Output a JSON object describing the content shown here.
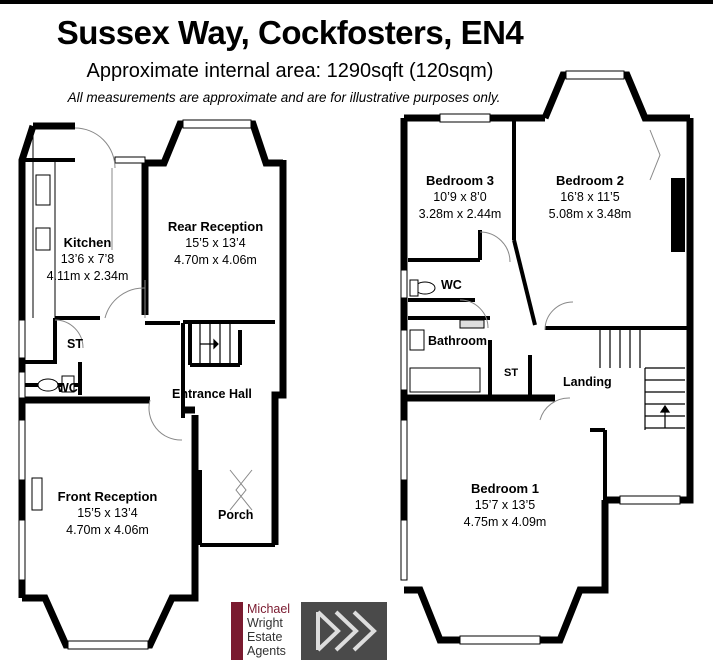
{
  "header": {
    "title": "Sussex Way, Cockfosters, EN4",
    "subtitle": "Approximate internal area: 1290sqft (120sqm)",
    "disclaimer": "All measurements are approximate and are for illustrative purposes only."
  },
  "ground_floor": {
    "kitchen": {
      "name": "Kitchen",
      "imperial": "13’6 x 7’8",
      "metric": "4.11m x 2.34m"
    },
    "rear_reception": {
      "name": "Rear Reception",
      "imperial": "15’5 x 13’4",
      "metric": "4.70m x 4.06m"
    },
    "front_reception": {
      "name": "Front Reception",
      "imperial": "15’5 x 13’4",
      "metric": "4.70m x 4.06m"
    },
    "entrance_hall": "Entrance Hall",
    "porch": "Porch",
    "store": "ST",
    "wc": "WC"
  },
  "first_floor": {
    "bedroom3": {
      "name": "Bedroom 3",
      "imperial": "10’9 x 8’0",
      "metric": "3.28m x 2.44m"
    },
    "bedroom2": {
      "name": "Bedroom 2",
      "imperial": "16’8 x 11’5",
      "metric": "5.08m x 3.48m"
    },
    "bedroom1": {
      "name": "Bedroom 1",
      "imperial": "15’7 x 13’5",
      "metric": "4.75m x 4.09m"
    },
    "wc": "WC",
    "bathroom": "Bathroom",
    "store": "ST",
    "landing": "Landing"
  },
  "logo": {
    "lines": [
      "Michael",
      "Wright",
      "Estate",
      "Agents"
    ],
    "colors": {
      "maroon": "#7a1a2f",
      "dark": "#333333",
      "grey": "#4a4a4a"
    }
  }
}
